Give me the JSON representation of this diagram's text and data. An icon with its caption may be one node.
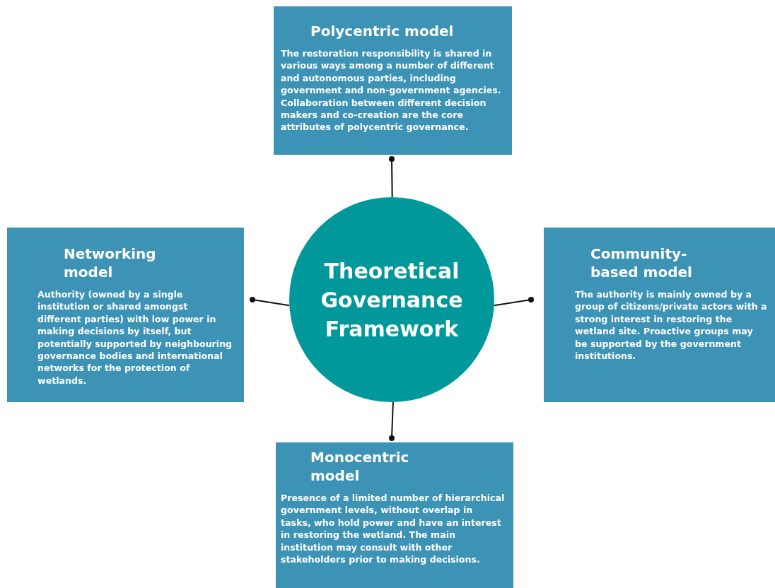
{
  "diagram": {
    "nodes": [
      {
        "text": [
          "Polycentric model",
          "The restoration responsibility is shared in various ways among a number of different and autonomous parties, including government and non-government agencies. Collaboration between different decision makers and co-creation are the core attributes of polycentric governance."
        ]
      },
      {
        "text": [
          "Networking model",
          "Authority (owned by a single institution or shared amongst different parties) with low power in making decisions by itself, but potentially supported by neighbouring governance bodies and international networks for the protection of wetlands."
        ]
      },
      {
        "text": [
          "Theoretical Governance Framework"
        ]
      },
      {
        "text": [
          "Community-based model",
          "The authority is mainly owned by a group of citizens/private actors with a strong interest in restoring the wetland site. Proactive groups may be supported by the government institutions."
        ]
      },
      {
        "text": [
          "Monocentric model",
          "Presence of a limited number of hierarchical government levels, without overlap in tasks, who hold power and have an interest in restoring the wetland. The main institution may consult with other stakeholders prior to making decisions."
        ]
      }
    ],
    "edges": [
      {
        "from": 2,
        "to": 0,
        "arrow": "other"
      },
      {
        "from": 2,
        "to": 1,
        "arrow": "other"
      },
      {
        "from": 2,
        "to": 3,
        "arrow": "other"
      },
      {
        "from": 2,
        "to": 4,
        "arrow": "other"
      }
    ]
  }
}
